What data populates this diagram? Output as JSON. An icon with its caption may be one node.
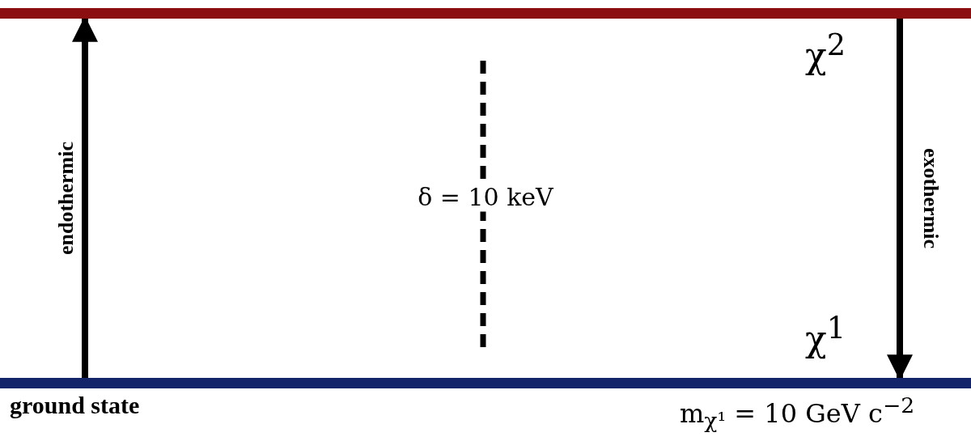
{
  "diagram": {
    "nodes": [
      {
        "text": [],
        "shape": "bar",
        "beside": [
          "χ$^{2}$"
        ]
      },
      {
        "text": [
          "ground state"
        ],
        "beside": [
          "χ$^{1}$",
          "m$_{χ¹}$ = 10 GeV c$^{−2}$"
        ]
      }
    ],
    "edges": [
      {
        "from": 1,
        "to": 0,
        "arrow": "to",
        "label": "endothermic"
      },
      {
        "from": 0,
        "to": 1,
        "arrow": "to",
        "label": "exothermic"
      }
    ],
    "labels": [
      "δ = 10 keV"
    ]
  }
}
